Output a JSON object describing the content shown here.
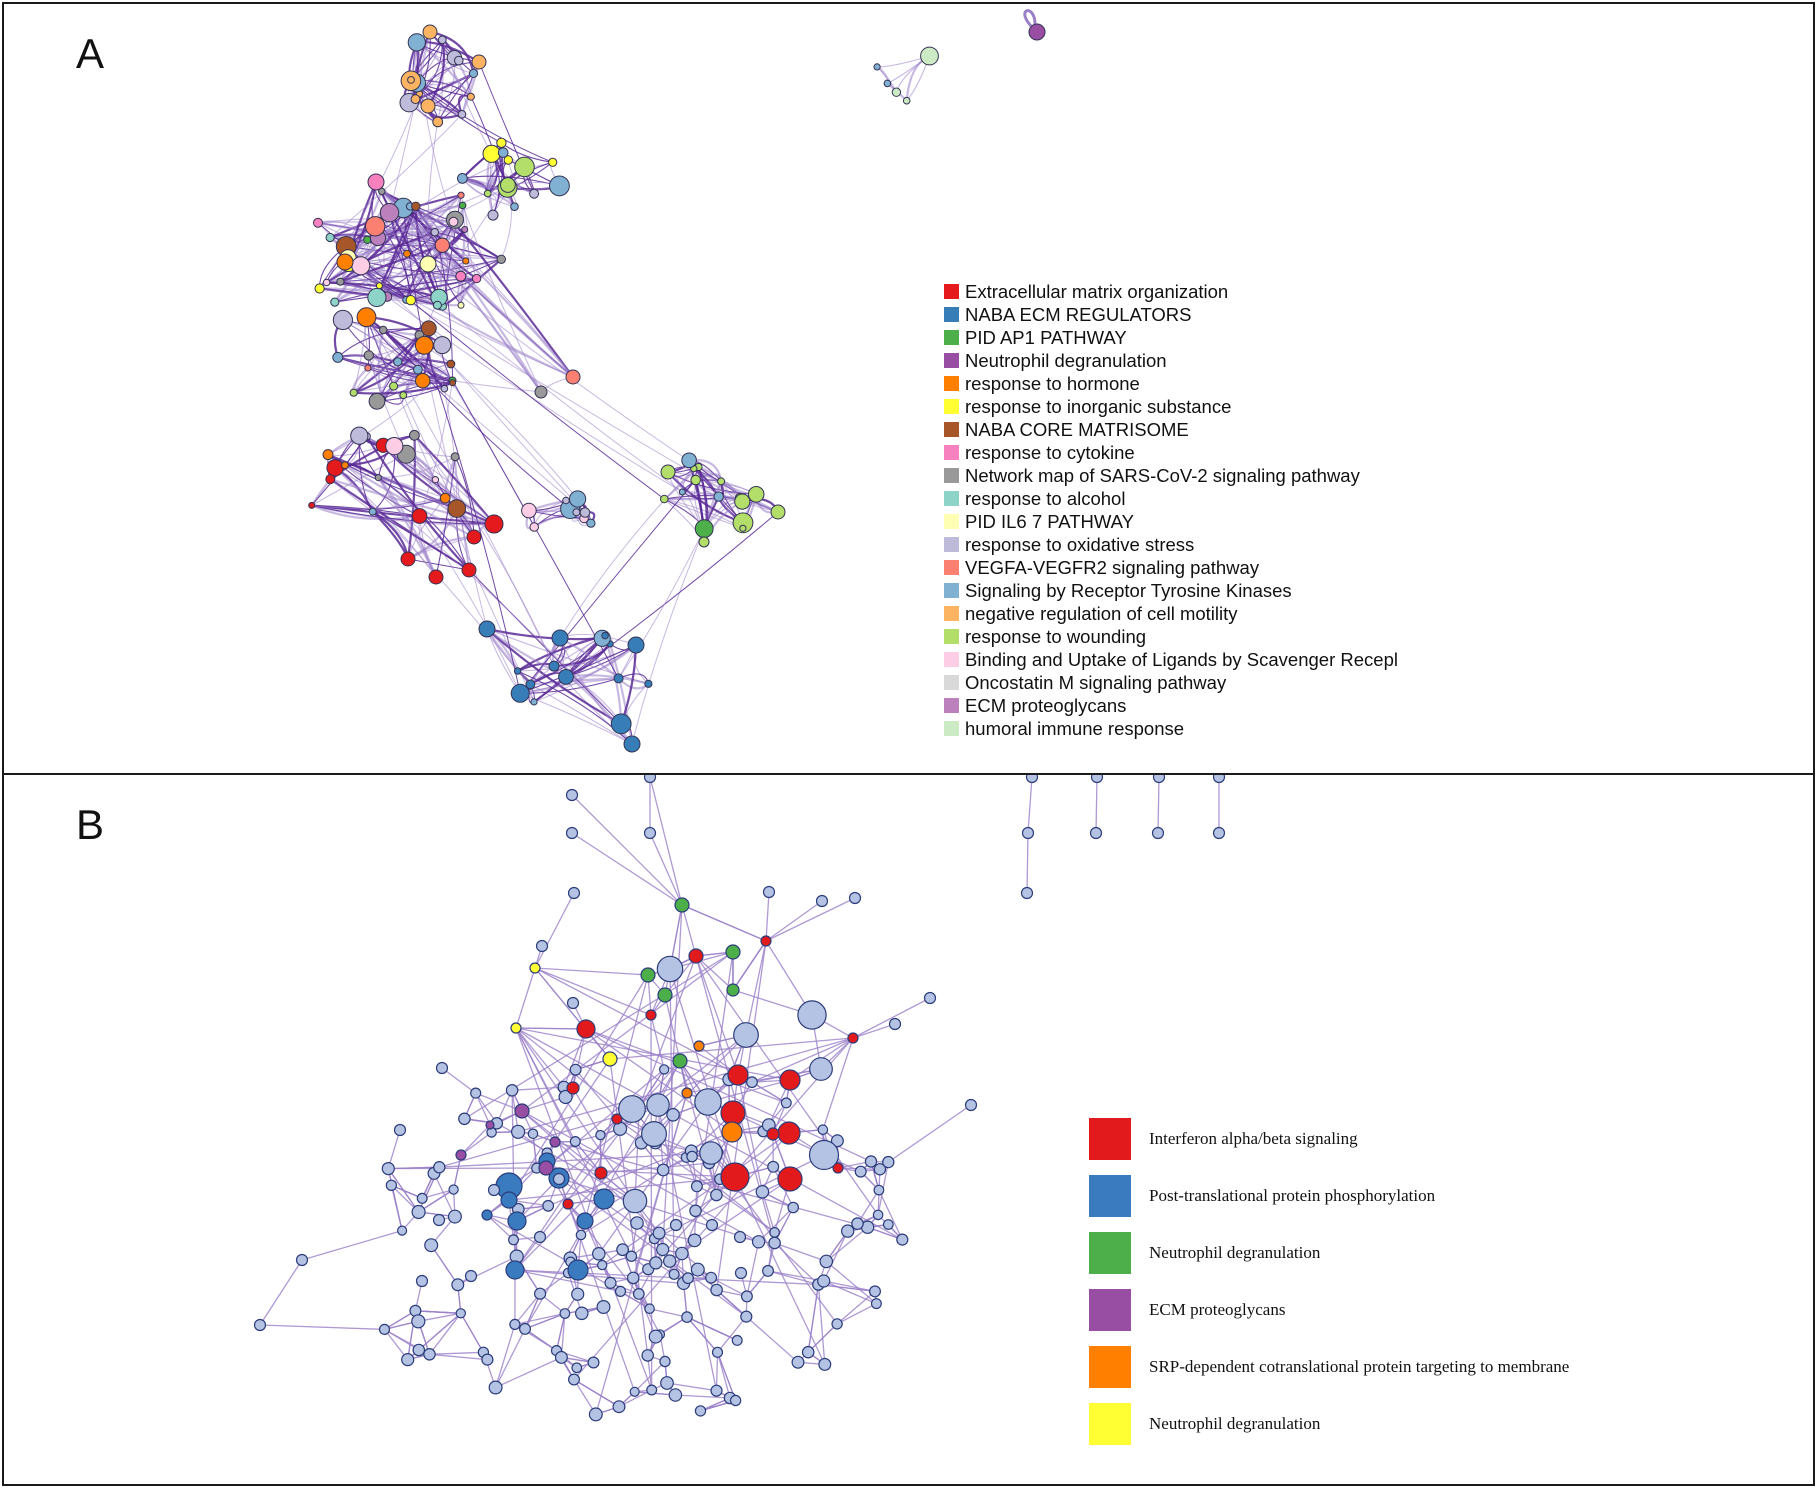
{
  "panel_a": {
    "label": "A",
    "legend": [
      {
        "label": "Extracellular matrix organization",
        "color": "#e41a1c"
      },
      {
        "label": "NABA ECM REGULATORS",
        "color": "#377eb8"
      },
      {
        "label": "PID AP1 PATHWAY",
        "color": "#4daf4a"
      },
      {
        "label": "Neutrophil degranulation",
        "color": "#984ea3"
      },
      {
        "label": "response to hormone",
        "color": "#ff7f00"
      },
      {
        "label": "response to inorganic substance",
        "color": "#ffff33"
      },
      {
        "label": "NABA CORE MATRISOME",
        "color": "#a65628"
      },
      {
        "label": "response to cytokine",
        "color": "#f781bf"
      },
      {
        "label": "Network map of SARS-CoV-2 signaling pathway",
        "color": "#999999"
      },
      {
        "label": "response to alcohol",
        "color": "#8dd3c7"
      },
      {
        "label": "PID IL6 7 PATHWAY",
        "color": "#ffffb3"
      },
      {
        "label": "response to oxidative stress",
        "color": "#bebada"
      },
      {
        "label": "VEGFA-VEGFR2 signaling pathway",
        "color": "#fb8072"
      },
      {
        "label": "Signaling by Receptor Tyrosine Kinases",
        "color": "#80b1d3"
      },
      {
        "label": "negative regulation of cell motility",
        "color": "#fdb462"
      },
      {
        "label": "response to wounding",
        "color": "#b3de69"
      },
      {
        "label": "Binding and Uptake of Ligands by Scavenger Recepl",
        "color": "#fccde5"
      },
      {
        "label": "Oncostatin M signaling pathway",
        "color": "#d9d9d9"
      },
      {
        "label": "ECM proteoglycans",
        "color": "#bc80bd"
      },
      {
        "label": "humoral immune response",
        "color": "#ccebc5"
      }
    ]
  },
  "panel_b": {
    "label": "B",
    "legend": [
      {
        "label": "Interferon alpha/beta signaling",
        "color": "#e31a1c"
      },
      {
        "label": "Post-translational protein phosphorylation",
        "color": "#3a7bbf"
      },
      {
        "label": "Neutrophil degranulation",
        "color": "#4daf4a"
      },
      {
        "label": "ECM proteoglycans",
        "color": "#984ea3"
      },
      {
        "label": "SRP-dependent cotranslational protein targeting to membrane",
        "color": "#ff7f00"
      },
      {
        "label": "Neutrophil degranulation",
        "color": "#ffff33"
      }
    ],
    "default_node_color": "#b4c3e3"
  },
  "colors": {
    "edge_dark": "#5b2a96",
    "edge_light": "#9a80c8",
    "node_stroke_a": "#333355",
    "node_stroke_b": "#2b3c7a"
  }
}
